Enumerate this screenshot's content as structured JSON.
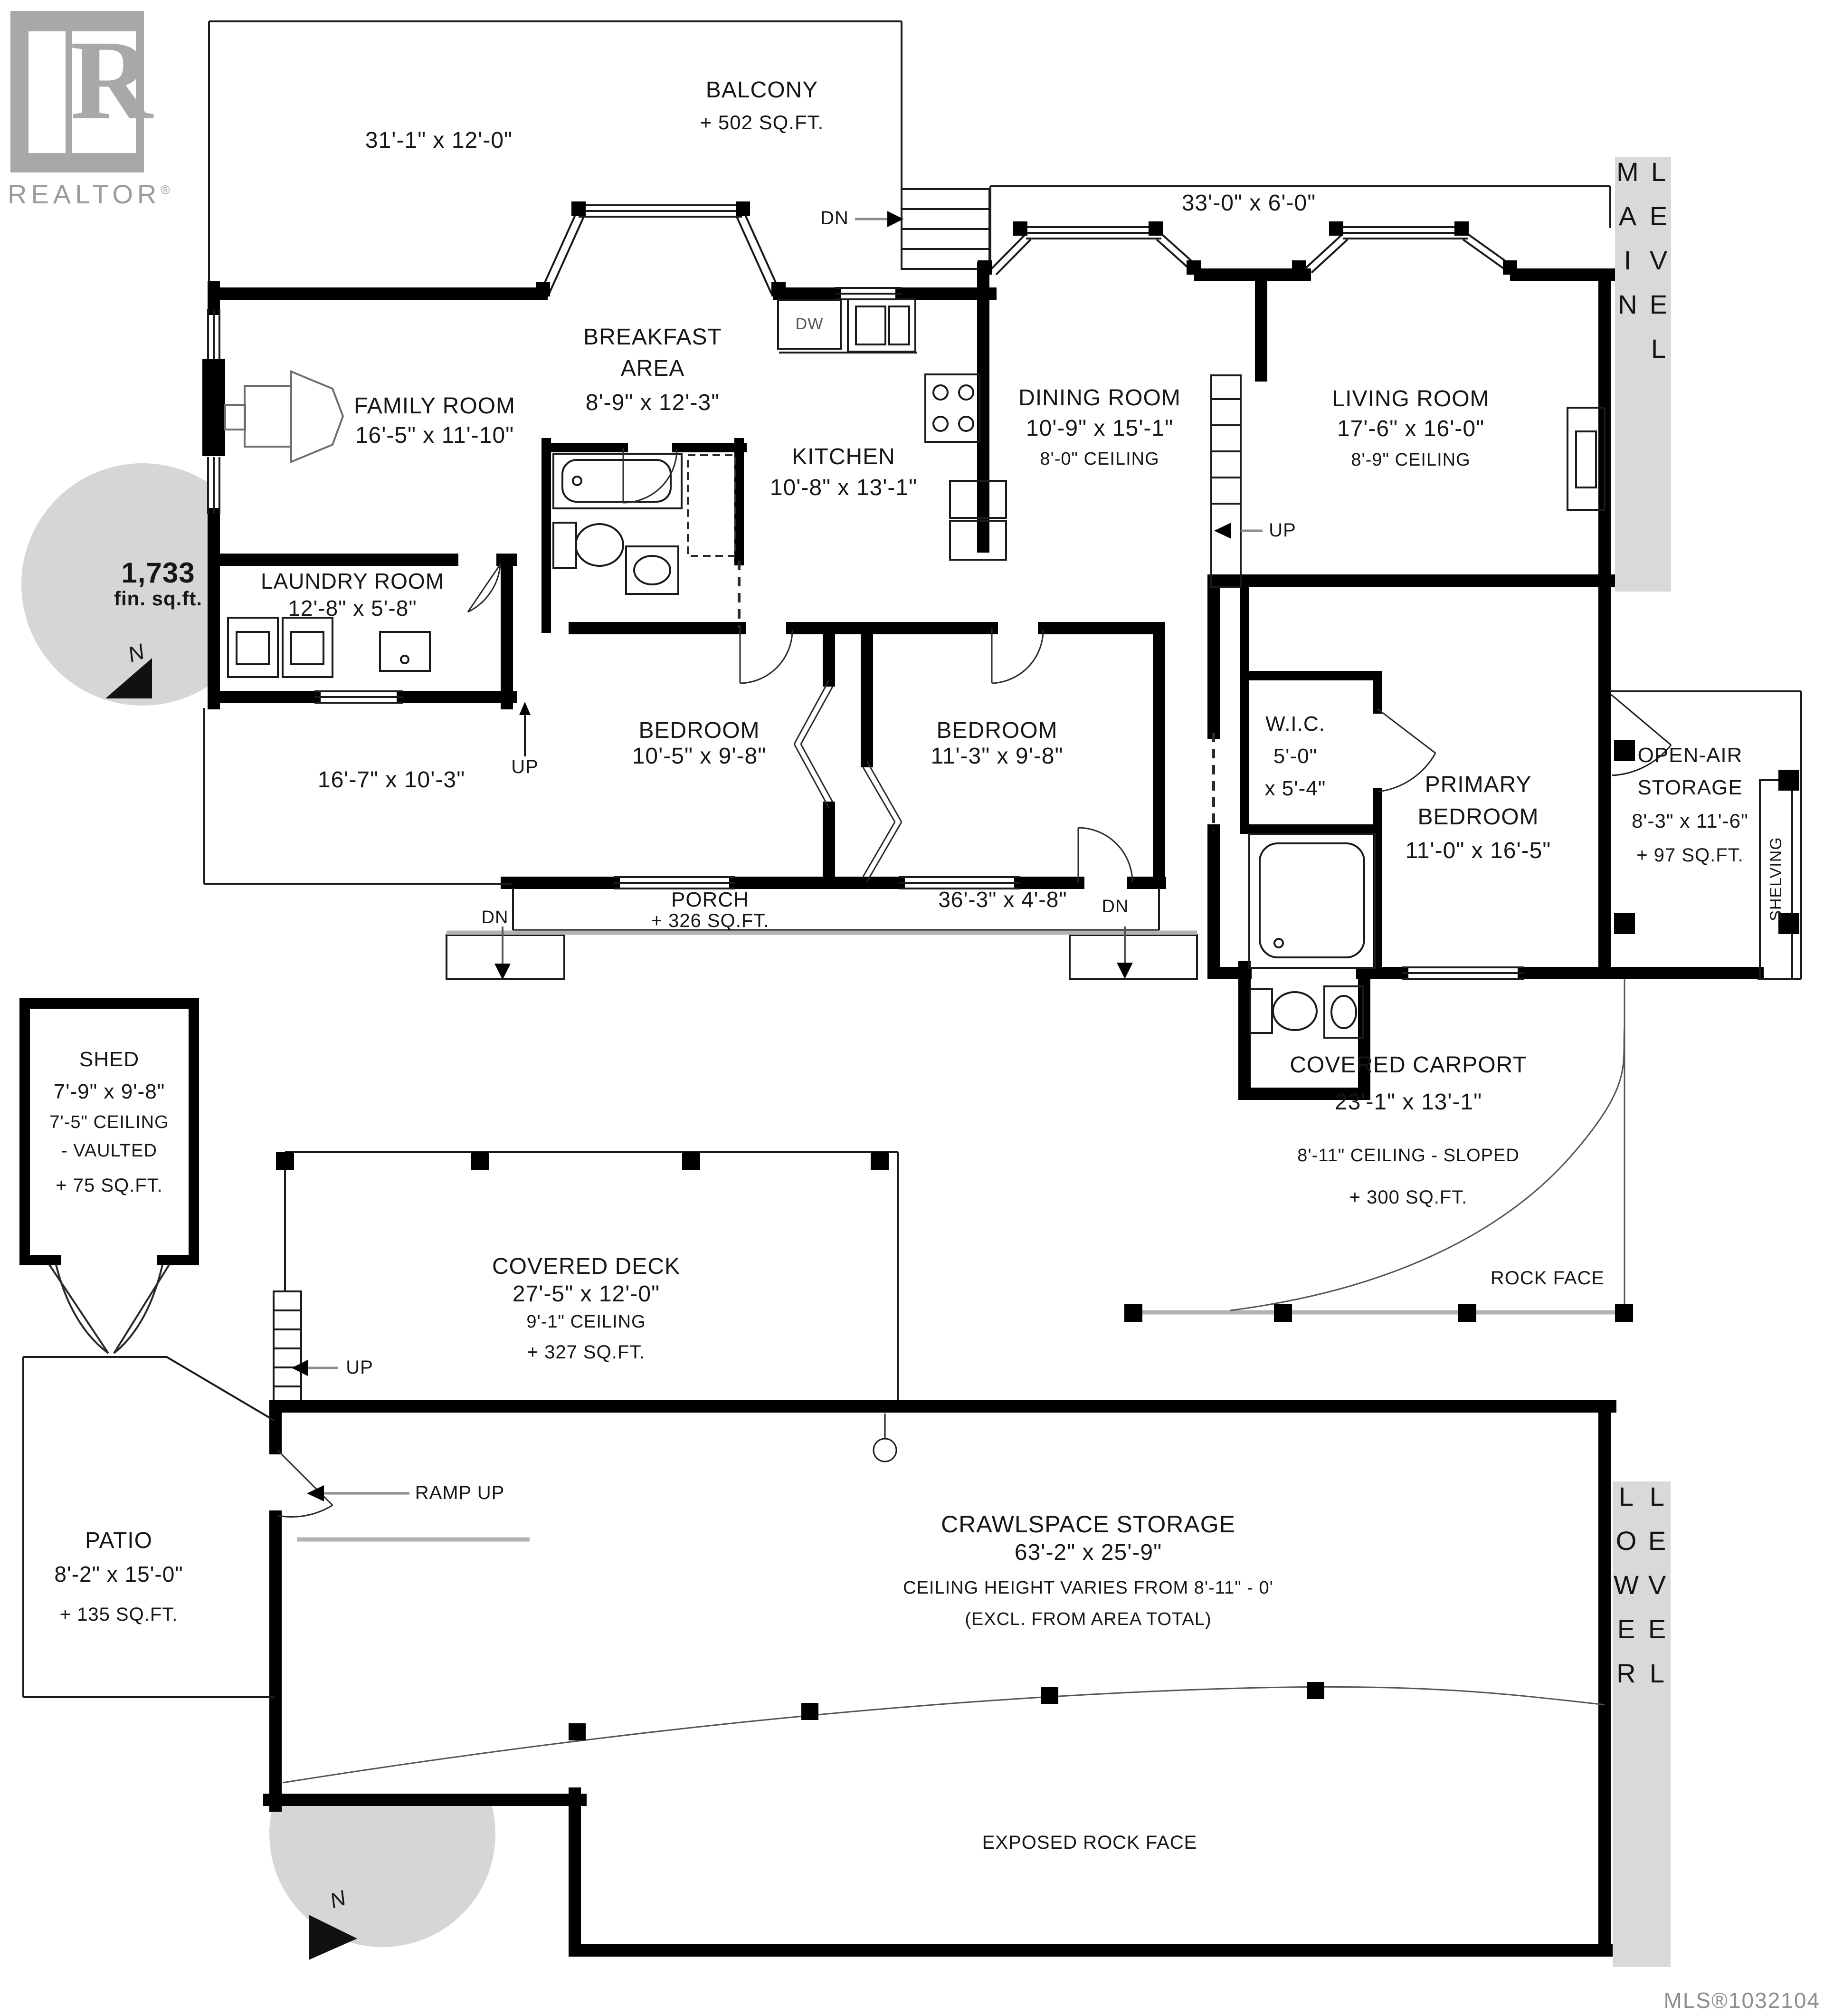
{
  "branding": {
    "realtor": "REALTOR",
    "registered": "®",
    "logo_letter": "R"
  },
  "mls_number": "MLS®1032104",
  "level_tags": {
    "main": "MAIN LEVEL",
    "lower": "LOWER LEVEL"
  },
  "compass": {
    "north": "N"
  },
  "area_summary": {
    "value": "1,733",
    "unit": "fin. sq.ft."
  },
  "main_level": {
    "balcony": {
      "name": "BALCONY",
      "area": "+ 502 SQ.FT.",
      "dims": "31'-1\" x 12'-0\""
    },
    "upper_deck_dims": "33'-0\" x 6'-0\"",
    "family_room": {
      "name": "FAMILY ROOM",
      "dims": "16'-5\" x 11'-10\""
    },
    "breakfast_area": {
      "line1": "BREAKFAST",
      "line2": "AREA",
      "dims": "8'-9\" x 12'-3\""
    },
    "kitchen": {
      "name": "KITCHEN",
      "dims": "10'-8\" x 13'-1\"",
      "dishwasher": "DW"
    },
    "dining_room": {
      "name": "DINING ROOM",
      "dims": "10'-9\" x 15'-1\"",
      "ceiling": "8'-0\" CEILING"
    },
    "living_room": {
      "name": "LIVING ROOM",
      "dims": "17'-6\" x 16'-0\"",
      "ceiling": "8'-9\" CEILING"
    },
    "laundry_room": {
      "name": "LAUNDRY ROOM",
      "dims": "12'-8\" x 5'-8\""
    },
    "bedroom_left": {
      "name": "BEDROOM",
      "dims": "10'-5\" x 9'-8\""
    },
    "bedroom_middle": {
      "name": "BEDROOM",
      "dims": "11'-3\" x 9'-8\""
    },
    "wic": {
      "name": "W.I.C.",
      "dims1": "5'-0\"",
      "dims2": "x 5'-4\""
    },
    "primary_bedroom": {
      "line1": "PRIMARY",
      "line2": "BEDROOM",
      "dims": "11'-0\" x 16'-5\""
    },
    "open_air_storage": {
      "line1": "OPEN-AIR",
      "line2": "STORAGE",
      "dims": "8'-3\" x 11'-6\"",
      "area": "+ 97 SQ.FT."
    },
    "shelving": "SHELVING",
    "side_deck_dims": "16'-7\" x 10'-3\"",
    "porch": {
      "name": "PORCH",
      "area": "+ 326 SQ.FT.",
      "dims": "36'-3\" x 4'-8\""
    },
    "up": "UP",
    "dn": "DN"
  },
  "lower_level": {
    "shed": {
      "name": "SHED",
      "dims": "7'-9\" x 9'-8\"",
      "ceiling": "7'-5\" CEILING",
      "ceiling2": "- VAULTED",
      "area": "+ 75 SQ.FT."
    },
    "covered_carport": {
      "name": "COVERED CARPORT",
      "dims": "23'-1\" x 13'-1\"",
      "ceiling": "8'-11\" CEILING - SLOPED",
      "area": "+ 300 SQ.FT."
    },
    "rock_face": "ROCK FACE",
    "covered_deck": {
      "name": "COVERED DECK",
      "dims": "27'-5\" x 12'-0\"",
      "ceiling": "9'-1\" CEILING",
      "area": "+ 327 SQ.FT."
    },
    "patio": {
      "name": "PATIO",
      "dims": "8'-2\" x 15'-0\"",
      "area": "+ 135 SQ.FT."
    },
    "crawlspace": {
      "name": "CRAWLSPACE STORAGE",
      "dims": "63'-2\" x 25'-9\"",
      "note1": "CEILING HEIGHT VARIES FROM 8'-11\" - 0'",
      "note2": "(EXCL. FROM AREA TOTAL)"
    },
    "exposed_rock_face": "EXPOSED ROCK FACE",
    "ramp_up": "RAMP UP",
    "up": "UP"
  },
  "colors": {
    "wall": "#000000",
    "gray_bar": "#d9d9d9",
    "gray_circle": "#d6d6d6",
    "gray_line": "#b3b3b3",
    "muted_text": "#8d8d8d",
    "logo_gray": "#a8a8a8"
  }
}
